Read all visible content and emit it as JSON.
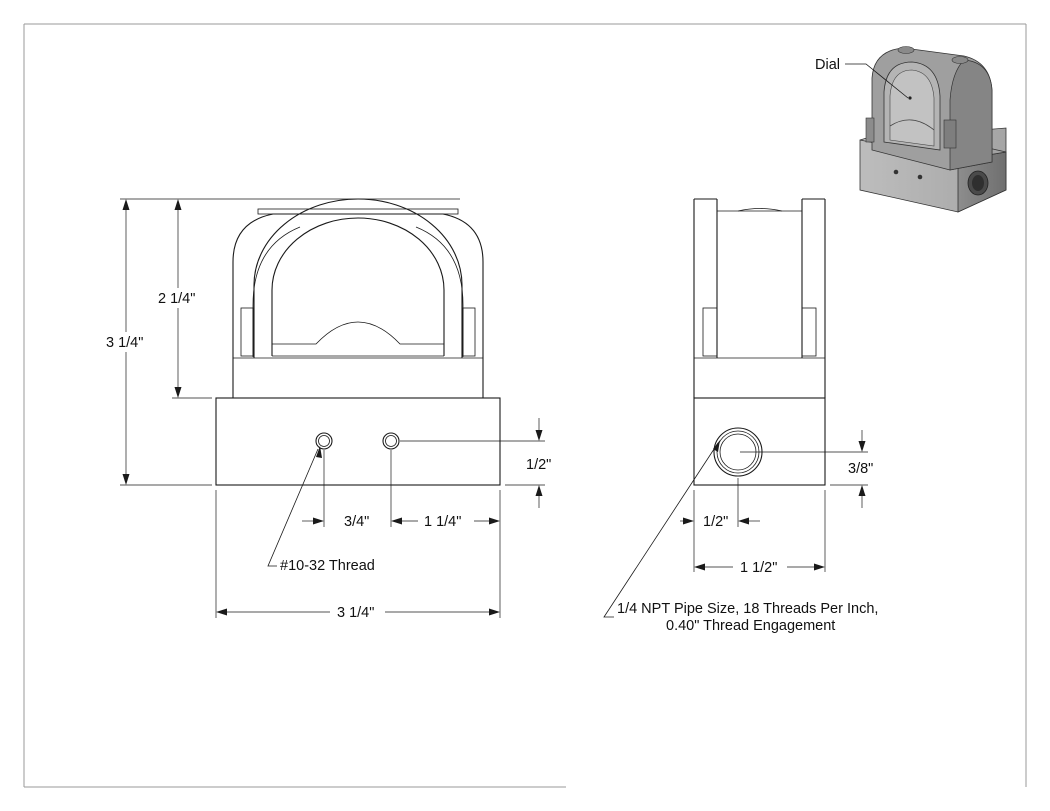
{
  "callouts": {
    "dial": "Dial",
    "thread_1032": "#10-32 Thread",
    "npt_line1": "1/4 NPT Pipe Size, 18 Threads Per Inch,",
    "npt_line2": "0.40\" Thread Engagement"
  },
  "front_view": {
    "overall_height": "3 1/4\"",
    "upper_height": "2 1/4\"",
    "hole_height": "1/2\"",
    "left_hole_offset": "3/4\"",
    "right_hole_offset": "1 1/4\"",
    "overall_width": "3 1/4\""
  },
  "side_view": {
    "port_height": "3/8\"",
    "port_offset": "1/2\"",
    "overall_depth": "1 1/2\""
  }
}
